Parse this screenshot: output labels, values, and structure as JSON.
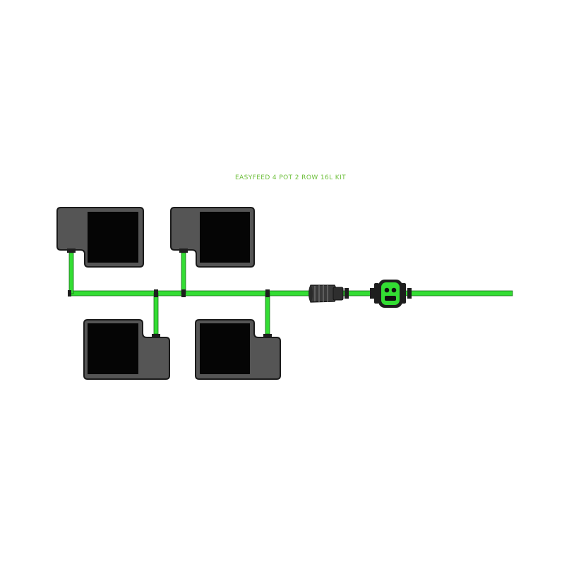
{
  "title": "EASYFEED 4 POT 2 ROW 16L KIT",
  "colors": {
    "tube": "#33dd33",
    "tube_outline": "#1a6e1a",
    "connector": "#1e1e1e",
    "pot_body": "#555555",
    "pot_inner": "#050505",
    "pot_outline": "#1a1a1a",
    "filter_body": "#3a3a3a",
    "valve_face": "#33dd33",
    "title_text": "#6dbf3a"
  },
  "components": {
    "pots": [
      "pot",
      "pot",
      "pot",
      "pot"
    ],
    "inline_filter": "filter",
    "feed_valve": "valve"
  }
}
